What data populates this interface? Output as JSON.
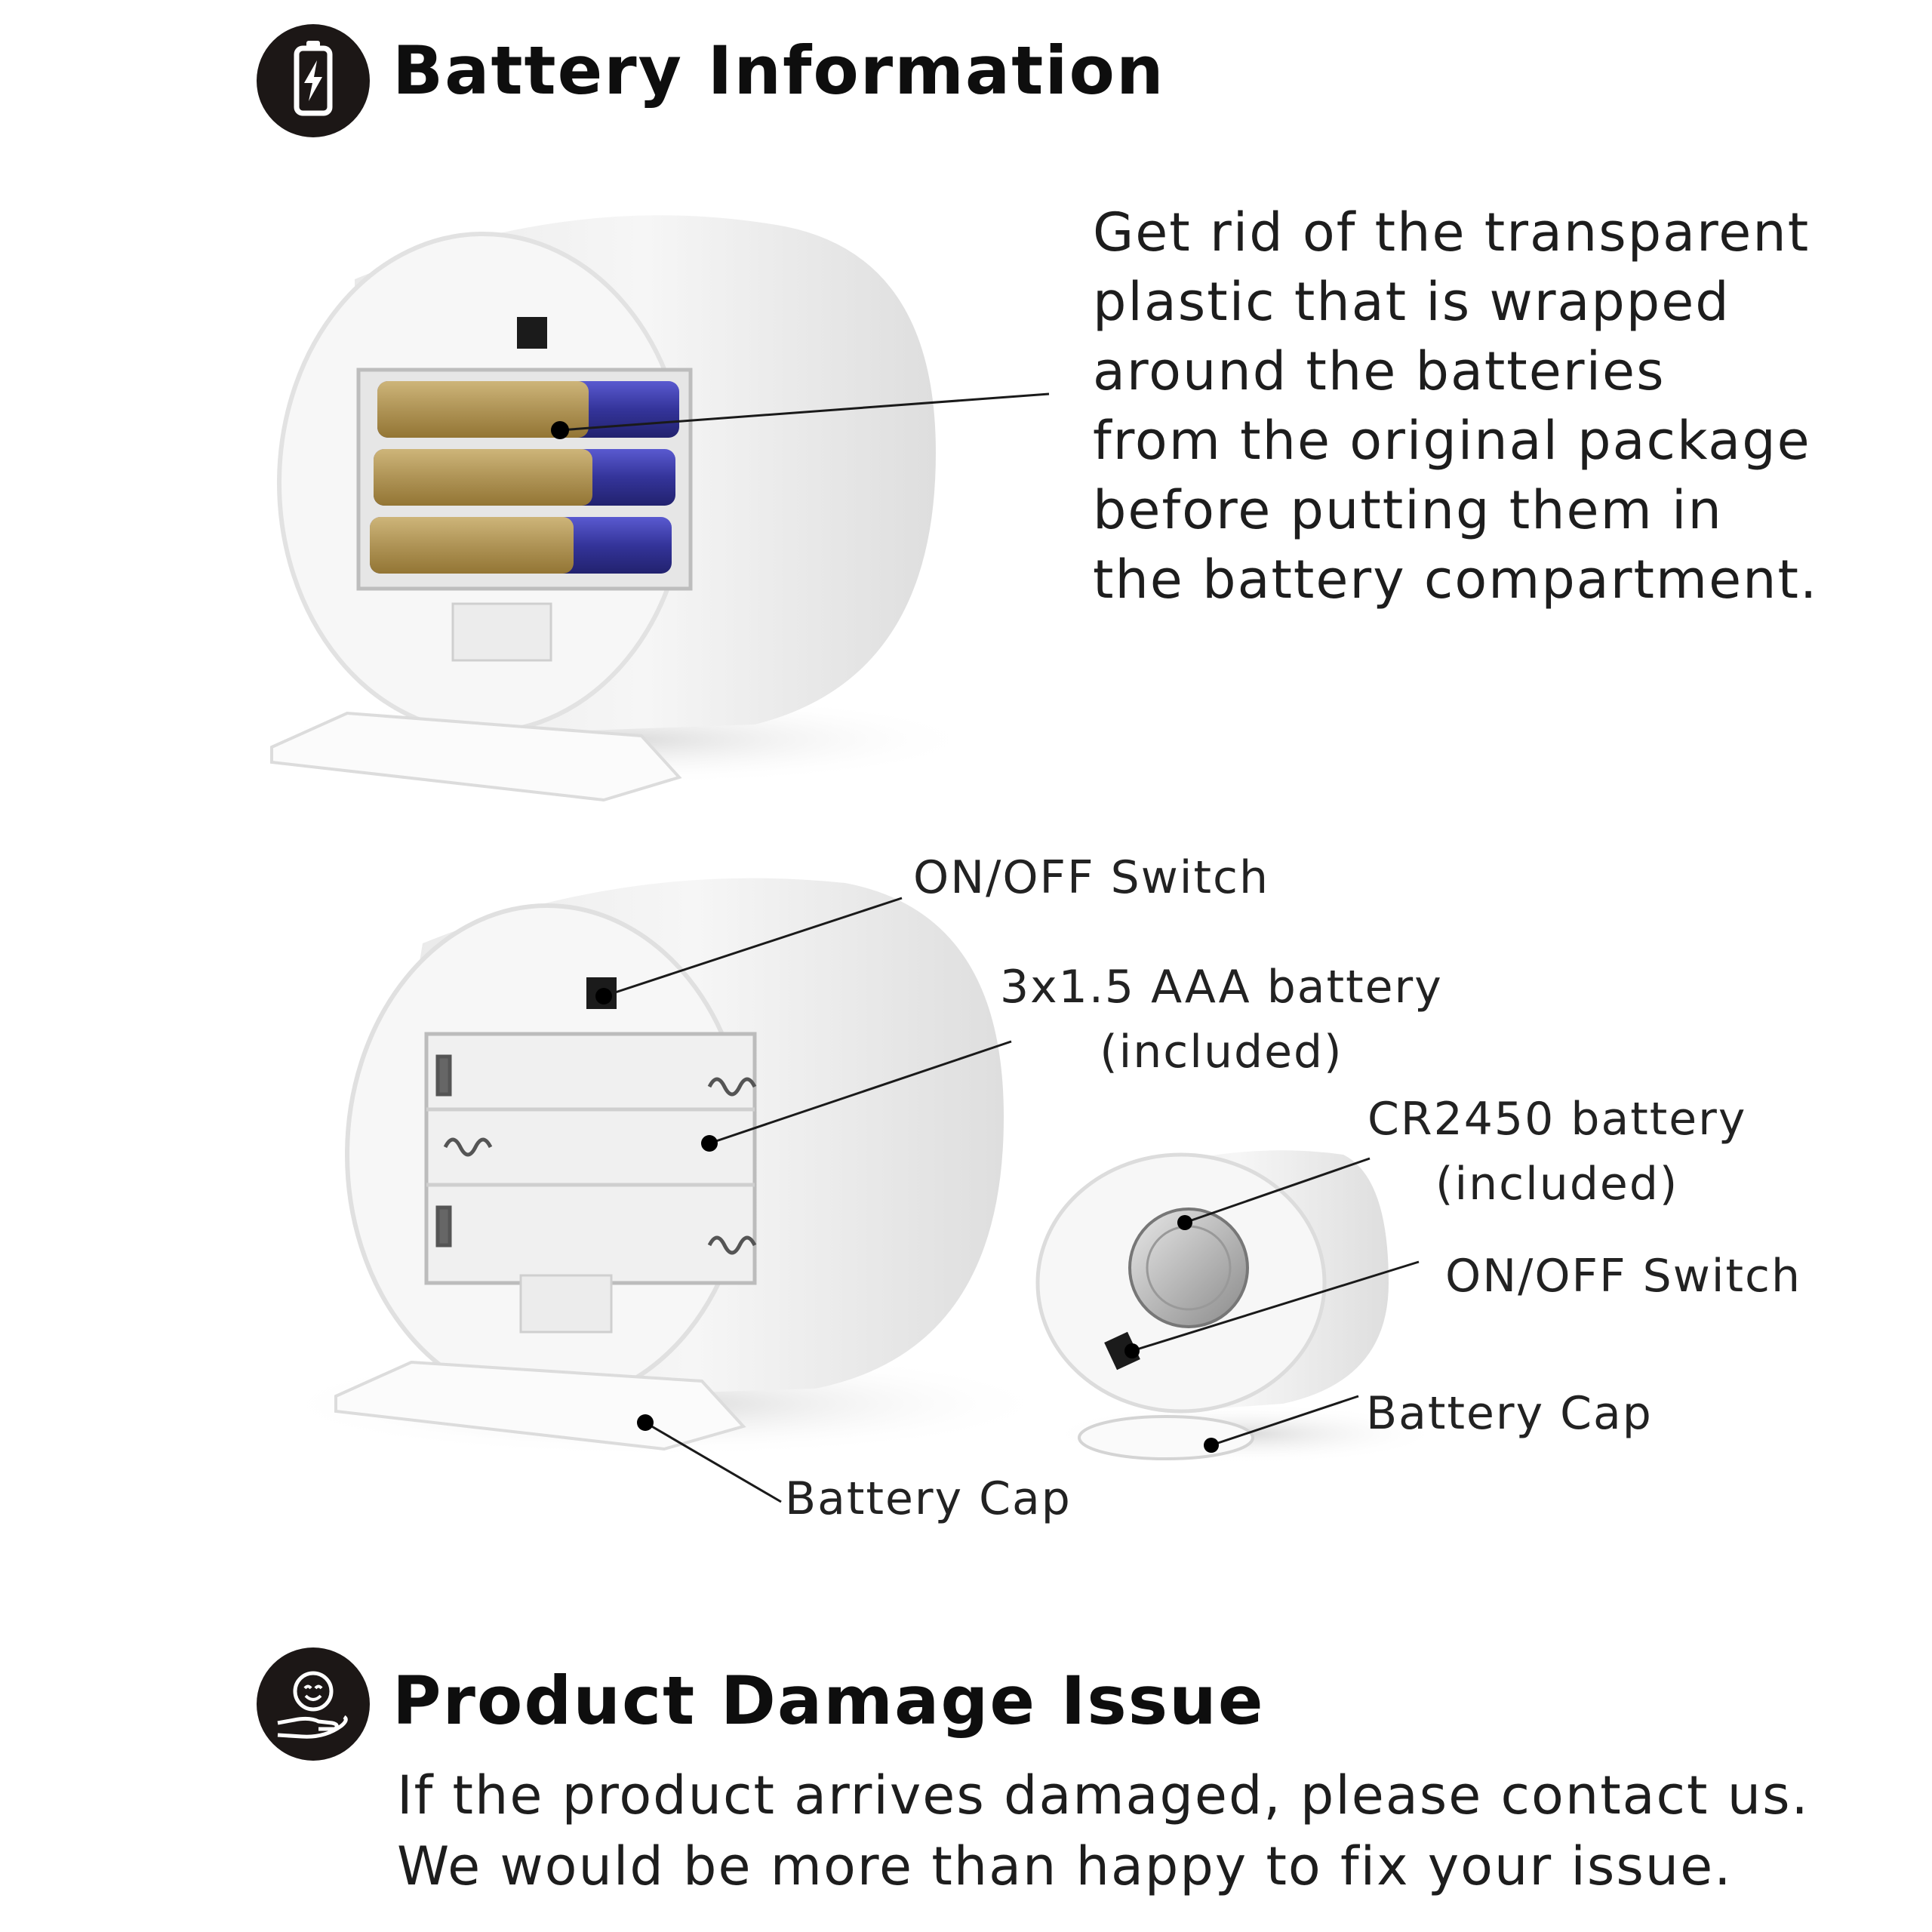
{
  "battery_section": {
    "title": "Battery Information",
    "icon": "battery-icon",
    "instruction_lines": [
      "Get rid of the transparent",
      "plastic that is wrapped",
      "around the batteries",
      "from the original package",
      "before putting them in",
      "the battery compartment."
    ]
  },
  "callouts": {
    "large_switch": "ON/OFF Switch",
    "aaa_battery_line1": "3x1.5 AAA battery",
    "aaa_battery_line2": "(included)",
    "cr_battery_line1": "CR2450 battery",
    "cr_battery_line2": "(included)",
    "small_switch": "ON/OFF Switch",
    "small_cap": "Battery Cap",
    "large_cap": "Battery Cap"
  },
  "damage_section": {
    "title": "Product Damage Issue",
    "icon": "hand-smile-icon",
    "lines": [
      "If the product arrives damaged, please contact us.",
      "We would be more than happy to fix your issue."
    ]
  },
  "colors": {
    "badge": "#1c1716",
    "text": "#1a1a1a",
    "battery_blue": "#3a3aa6",
    "battery_gold": "#c9a640"
  }
}
